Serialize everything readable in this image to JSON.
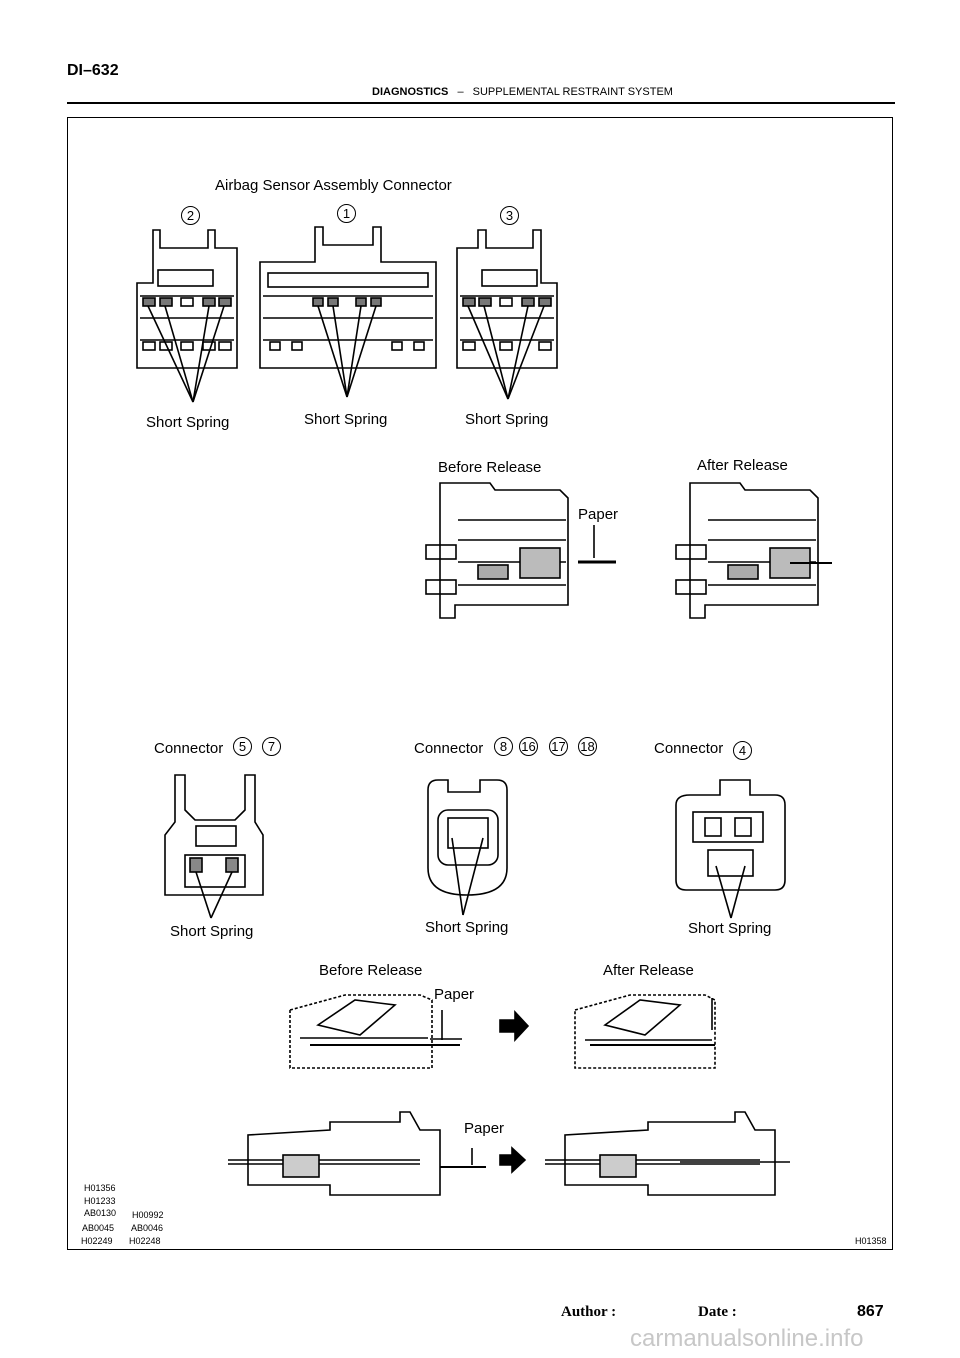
{
  "header": {
    "page_code": "DI–632",
    "section": "DIAGNOSTICS",
    "separator": "–",
    "subsection": "SUPPLEMENTAL RESTRAINT SYSTEM"
  },
  "figure": {
    "title": "Airbag Sensor Assembly Connector",
    "connector_numbers_top": [
      "2",
      "1",
      "3"
    ],
    "short_spring": "Short Spring",
    "before_release": "Before Release",
    "after_release": "After Release",
    "paper": "Paper",
    "connector_word": "Connector",
    "group_a_numbers": [
      "5",
      "7"
    ],
    "group_b_numbers": [
      "8",
      "16",
      "17",
      "18"
    ],
    "group_c_numbers": [
      "4"
    ],
    "ref_codes_left": [
      "H01356",
      "H01233",
      "AB0130",
      "AB0045",
      "H02249"
    ],
    "ref_codes_mid": [
      "H00992",
      "AB0046",
      "H02248"
    ],
    "figure_code": "H01358"
  },
  "footer": {
    "author_label": "Author :",
    "date_label": "Date :",
    "page_number": "867",
    "watermark": "carmanualsonline.info"
  }
}
